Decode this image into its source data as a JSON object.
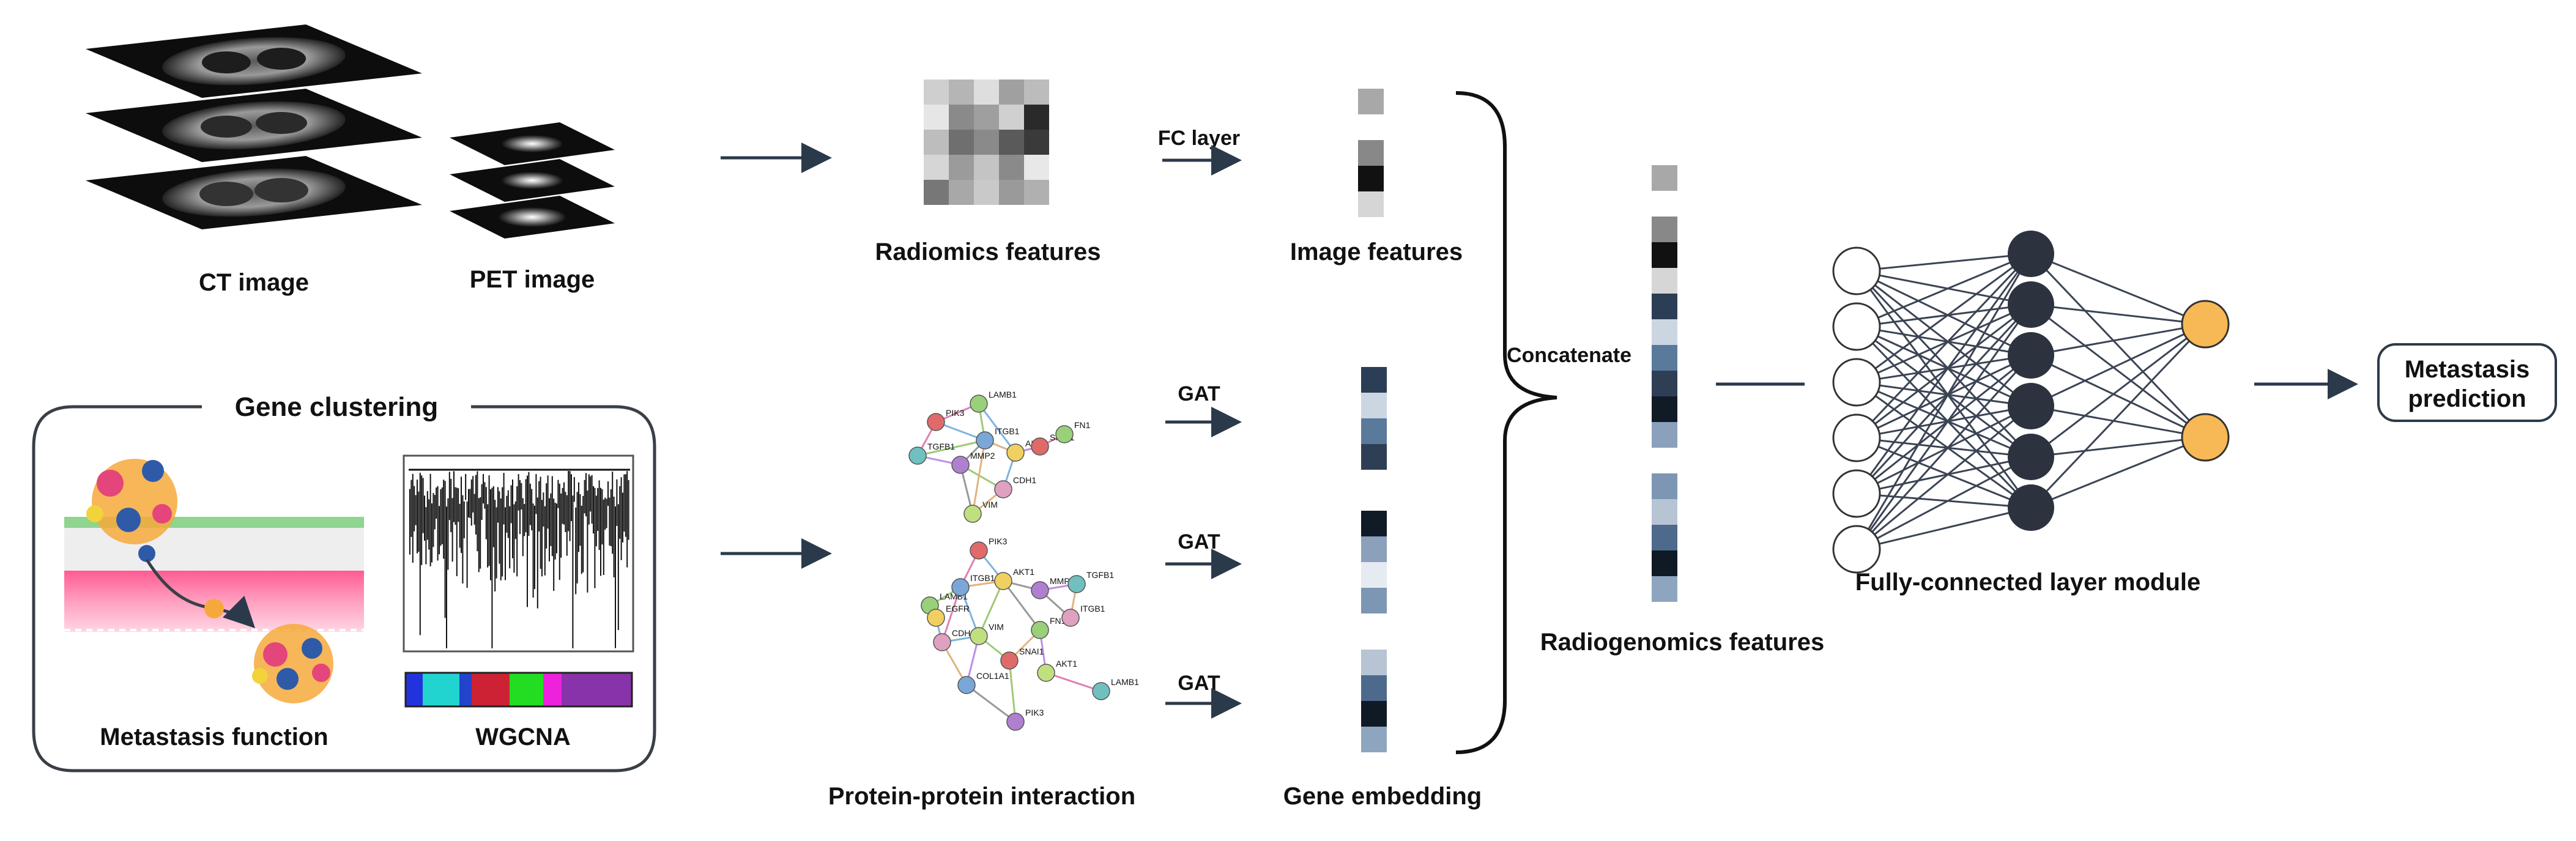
{
  "labels": {
    "ct_image": "CT image",
    "pet_image": "PET image",
    "radiomics_features": "Radiomics features",
    "fc_layer": "FC layer",
    "image_features": "Image features",
    "concatenate": "Concatenate",
    "radiogenomics_features": "Radiogenomics features",
    "fc_module": "Fully-connected layer module",
    "prediction_line1": "Metastasis",
    "prediction_line2": "prediction",
    "gene_clustering": "Gene clustering",
    "metastasis_function": "Metastasis function",
    "wgcna": "WGCNA",
    "gat1": "GAT",
    "gat2": "GAT",
    "gat3": "GAT",
    "ppi": "Protein-protein interaction",
    "gene_embedding": "Gene embedding"
  },
  "colors": {
    "arrow": "#2b3a4a",
    "node_dark": "#2d333e",
    "node_orange": "#f7b955",
    "node_white": "#ffffff",
    "edge": "#3b4454",
    "wgcna_bar": [
      "#2233dd",
      "#22d4d0",
      "#2244cc",
      "#cc2233",
      "#22dd22",
      "#ee22dd",
      "#8833aa"
    ]
  },
  "neural_network": {
    "input_nodes": 6,
    "hidden_nodes": 6,
    "output_nodes": 2
  },
  "ppi_proteins": [
    "PIK3",
    "LAMB1",
    "ITGB1",
    "AKT1",
    "MMP2",
    "TGFB1",
    "CDH1",
    "VIM",
    "SNAI1",
    "FN1",
    "COL1A1",
    "EGFR"
  ]
}
